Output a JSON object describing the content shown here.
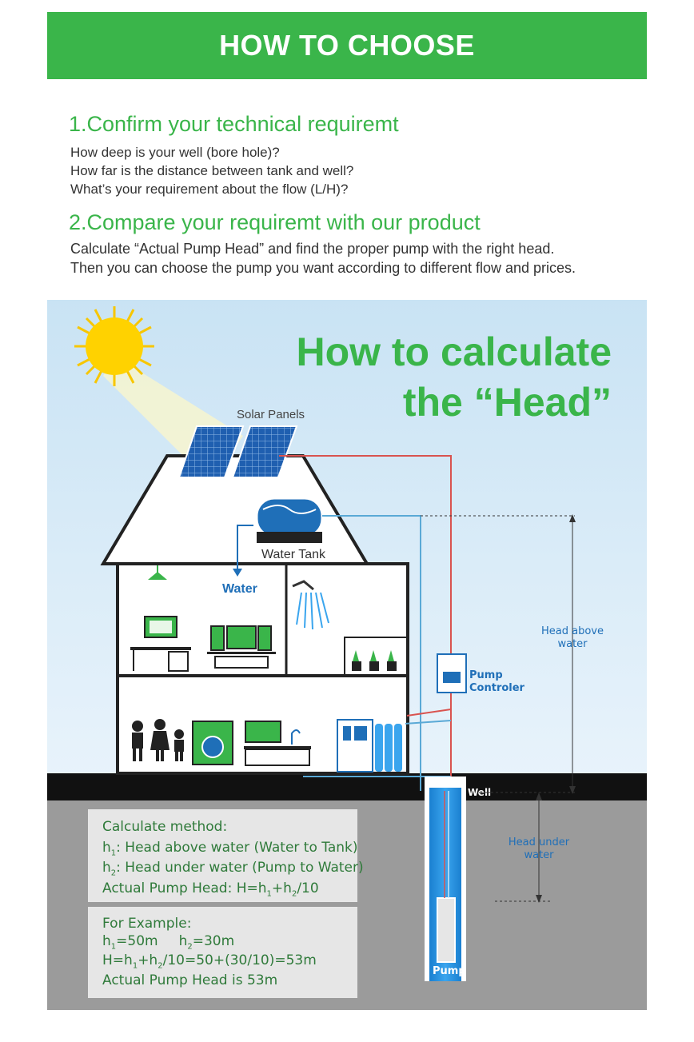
{
  "banner": {
    "title": "HOW TO CHOOSE"
  },
  "section1": {
    "title": "1.Confirm your technical requiremt",
    "lines": [
      "How deep is your well (bore hole)?",
      "How far is the distance between tank and well?",
      "What’s your requirement about the flow (L/H)?"
    ]
  },
  "section2": {
    "title": "2.Compare your requiremt with our product",
    "lines": [
      "Calculate “Actual Pump Head” and find the proper pump with the right head.",
      "Then you can choose the pump you want according to different flow and prices."
    ]
  },
  "diagram": {
    "title_line1": "How to calculate",
    "title_line2": "the “Head”",
    "solar_panels": "Solar Panels",
    "water_tank": "Water Tank",
    "water": "Water",
    "pump_controller": [
      "Pump",
      "Controler"
    ],
    "head_above": [
      "Head above",
      "water"
    ],
    "head_under": [
      "Head under",
      "water"
    ],
    "well": "Well",
    "pump": "Pump"
  },
  "calc": {
    "method_title": "Calculate method:",
    "h1_var": "h",
    "h1_sub": "1",
    "h1_text": ": Head above water (Water to Tank)",
    "h2_var": "h",
    "h2_sub": "2",
    "h2_text": ": Head under water (Pump to Water)",
    "formula_label": "Actual Pump Head: H=h",
    "formula_sub1": "1",
    "formula_mid": "+h",
    "formula_sub2": "2",
    "formula_end": "/10"
  },
  "example": {
    "title": "For Example:",
    "l1_a": "h",
    "l1_a_sub": "1",
    "l1_a_val": "=50m",
    "l1_b": "h",
    "l1_b_sub": "2",
    "l1_b_val": "=30m",
    "l2_a": "H=h",
    "l2_sub1": "1",
    "l2_mid": "+h",
    "l2_sub2": "2",
    "l2_end": "/10=50+(30/10)=53m",
    "l3": "Actual Pump Head is 53m"
  },
  "colors": {
    "green": "#3ab54a",
    "sky": "#cfe6f5",
    "ground": "#9b9b9b",
    "pipe_red": "#d9534f",
    "pipe_blue": "#5aa9d6"
  }
}
